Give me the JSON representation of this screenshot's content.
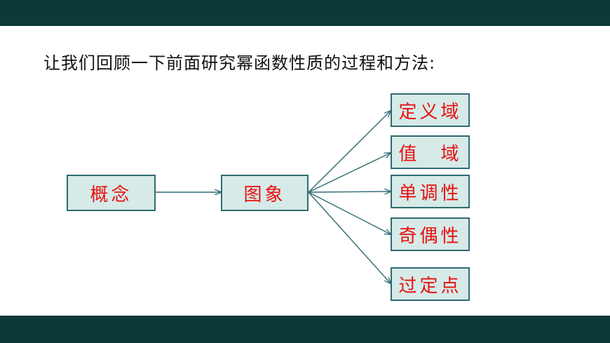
{
  "intro_text": "让我们回顾一下前面研究幂函数性质的过程和方法:",
  "nodes": {
    "concept": "概念",
    "graph": "图象",
    "domain": "定义域",
    "range": "值　域",
    "monotonic": "单调性",
    "parity": "奇偶性",
    "fixed_point": "过定点"
  },
  "colors": {
    "banner": "#0c3a38",
    "box_fill": "#d6eae8",
    "box_border": "#2f6b72",
    "box_text": "#e8110f",
    "arrow": "#2f6b72"
  }
}
